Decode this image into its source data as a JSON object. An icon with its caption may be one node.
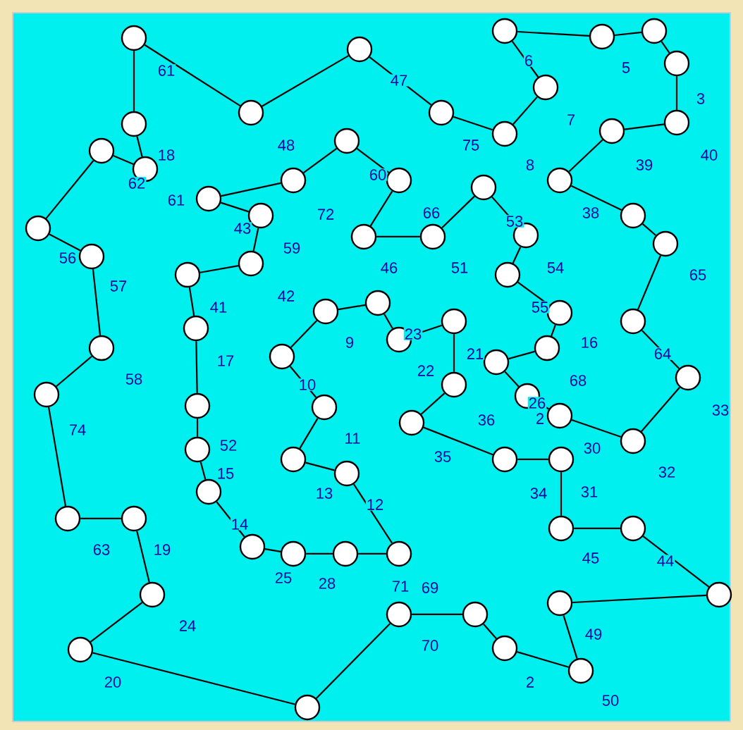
{
  "diagram": {
    "nodes": [
      {
        "text": [],
        "shape": "circle"
      },
      {
        "text": [],
        "shape": "circle"
      },
      {
        "text": [],
        "shape": "circle"
      },
      {
        "text": [],
        "shape": "circle"
      },
      {
        "text": [],
        "shape": "circle"
      },
      {
        "text": [],
        "shape": "circle"
      },
      {
        "text": [],
        "shape": "circle"
      },
      {
        "text": [],
        "shape": "circle"
      },
      {
        "text": [],
        "shape": "circle"
      },
      {
        "text": [],
        "shape": "circle"
      },
      {
        "text": [],
        "shape": "circle"
      },
      {
        "text": [],
        "shape": "circle"
      },
      {
        "text": [],
        "shape": "circle"
      },
      {
        "text": [],
        "shape": "circle"
      },
      {
        "text": [],
        "shape": "circle"
      },
      {
        "text": [],
        "shape": "circle"
      },
      {
        "text": [],
        "shape": "circle"
      },
      {
        "text": [],
        "shape": "circle"
      },
      {
        "text": [],
        "shape": "circle"
      },
      {
        "text": [],
        "shape": "circle"
      },
      {
        "text": [],
        "shape": "circle"
      },
      {
        "text": [],
        "shape": "circle"
      },
      {
        "text": [],
        "shape": "circle"
      },
      {
        "text": [],
        "shape": "circle"
      },
      {
        "text": [],
        "shape": "circle"
      },
      {
        "text": [],
        "shape": "circle"
      },
      {
        "text": [],
        "shape": "circle"
      },
      {
        "text": [],
        "shape": "circle"
      },
      {
        "text": [],
        "shape": "circle"
      },
      {
        "text": [],
        "shape": "circle"
      },
      {
        "text": [],
        "shape": "circle"
      },
      {
        "text": [],
        "shape": "circle"
      },
      {
        "text": [],
        "shape": "circle"
      },
      {
        "text": [],
        "shape": "circle"
      },
      {
        "text": [],
        "shape": "circle"
      },
      {
        "text": [],
        "shape": "circle"
      },
      {
        "text": [],
        "shape": "circle"
      },
      {
        "text": [],
        "shape": "circle"
      },
      {
        "text": [],
        "shape": "circle"
      },
      {
        "text": [],
        "shape": "circle"
      },
      {
        "text": [],
        "shape": "circle"
      },
      {
        "text": [],
        "shape": "circle"
      },
      {
        "text": [],
        "shape": "circle"
      },
      {
        "text": [],
        "shape": "circle"
      },
      {
        "text": [],
        "shape": "circle"
      },
      {
        "text": [],
        "shape": "circle"
      },
      {
        "text": [],
        "shape": "circle"
      },
      {
        "text": [],
        "shape": "circle"
      },
      {
        "text": [],
        "shape": "circle"
      },
      {
        "text": [],
        "shape": "circle"
      },
      {
        "text": [],
        "shape": "circle"
      },
      {
        "text": [],
        "shape": "circle"
      },
      {
        "text": [],
        "shape": "circle"
      },
      {
        "text": [],
        "shape": "circle"
      },
      {
        "text": [],
        "shape": "circle"
      },
      {
        "text": [],
        "shape": "circle"
      },
      {
        "text": [],
        "shape": "circle"
      },
      {
        "text": [],
        "shape": "circle"
      },
      {
        "text": [],
        "shape": "circle"
      },
      {
        "text": [],
        "shape": "circle"
      },
      {
        "text": [],
        "shape": "circle"
      },
      {
        "text": [],
        "shape": "circle"
      },
      {
        "text": [],
        "shape": "circle"
      },
      {
        "text": [],
        "shape": "circle"
      },
      {
        "text": [],
        "shape": "circle"
      },
      {
        "text": [],
        "shape": "circle"
      },
      {
        "text": [],
        "shape": "circle"
      },
      {
        "text": [],
        "shape": "circle"
      },
      {
        "text": [],
        "shape": "circle"
      },
      {
        "text": [],
        "shape": "circle"
      },
      {
        "text": [],
        "shape": "circle"
      },
      {
        "text": [],
        "shape": "circle"
      },
      {
        "text": [],
        "shape": "circle"
      },
      {
        "text": [],
        "shape": "circle"
      },
      {
        "text": [],
        "shape": "circle"
      }
    ],
    "edges": [
      {
        "from": 0,
        "to": 1,
        "arrow": "none"
      },
      {
        "from": 1,
        "to": 2,
        "arrow": "none"
      },
      {
        "from": 2,
        "to": 3,
        "arrow": "none"
      },
      {
        "from": 3,
        "to": 4,
        "arrow": "none"
      },
      {
        "from": 4,
        "to": 5,
        "arrow": "none"
      },
      {
        "from": 5,
        "to": 6,
        "arrow": "none"
      },
      {
        "from": 6,
        "to": 7,
        "arrow": "none"
      },
      {
        "from": 7,
        "to": 8,
        "arrow": "none"
      },
      {
        "from": 8,
        "to": 9,
        "arrow": "none"
      },
      {
        "from": 9,
        "to": 10,
        "arrow": "none"
      },
      {
        "from": 10,
        "to": 11,
        "arrow": "none"
      },
      {
        "from": 11,
        "to": 12,
        "arrow": "none"
      },
      {
        "from": 12,
        "to": 13,
        "arrow": "none"
      },
      {
        "from": 13,
        "to": 14,
        "arrow": "none"
      },
      {
        "from": 14,
        "to": 15,
        "arrow": "none"
      },
      {
        "from": 15,
        "to": 16,
        "arrow": "none"
      },
      {
        "from": 16,
        "to": 17,
        "arrow": "none"
      },
      {
        "from": 17,
        "to": 18,
        "arrow": "none"
      },
      {
        "from": 18,
        "to": 19,
        "arrow": "none"
      },
      {
        "from": 19,
        "to": 20,
        "arrow": "none"
      },
      {
        "from": 20,
        "to": 21,
        "arrow": "none"
      },
      {
        "from": 21,
        "to": 22,
        "arrow": "none"
      },
      {
        "from": 22,
        "to": 23,
        "arrow": "none"
      },
      {
        "from": 23,
        "to": 24,
        "arrow": "none"
      },
      {
        "from": 24,
        "to": 25,
        "arrow": "none"
      },
      {
        "from": 25,
        "to": 26,
        "arrow": "none"
      },
      {
        "from": 26,
        "to": 27,
        "arrow": "none"
      },
      {
        "from": 27,
        "to": 28,
        "arrow": "none"
      },
      {
        "from": 28,
        "to": 29,
        "arrow": "none"
      },
      {
        "from": 29,
        "to": 30,
        "arrow": "none"
      },
      {
        "from": 30,
        "to": 31,
        "arrow": "none"
      },
      {
        "from": 31,
        "to": 32,
        "arrow": "none"
      },
      {
        "from": 32,
        "to": 33,
        "arrow": "none"
      },
      {
        "from": 33,
        "to": 34,
        "arrow": "none"
      },
      {
        "from": 34,
        "to": 35,
        "arrow": "none"
      },
      {
        "from": 35,
        "to": 36,
        "arrow": "none"
      },
      {
        "from": 36,
        "to": 37,
        "arrow": "none"
      },
      {
        "from": 37,
        "to": 38,
        "arrow": "none"
      },
      {
        "from": 38,
        "to": 39,
        "arrow": "none"
      },
      {
        "from": 39,
        "to": 40,
        "arrow": "none"
      },
      {
        "from": 40,
        "to": 41,
        "arrow": "none"
      },
      {
        "from": 41,
        "to": 42,
        "arrow": "none"
      },
      {
        "from": 42,
        "to": 43,
        "arrow": "none"
      },
      {
        "from": 43,
        "to": 44,
        "arrow": "none"
      },
      {
        "from": 44,
        "to": 45,
        "arrow": "none"
      },
      {
        "from": 45,
        "to": 46,
        "arrow": "none"
      },
      {
        "from": 46,
        "to": 47,
        "arrow": "none"
      },
      {
        "from": 47,
        "to": 48,
        "arrow": "none"
      },
      {
        "from": 48,
        "to": 49,
        "arrow": "none"
      },
      {
        "from": 49,
        "to": 50,
        "arrow": "none"
      },
      {
        "from": 50,
        "to": 51,
        "arrow": "none"
      },
      {
        "from": 51,
        "to": 52,
        "arrow": "none"
      },
      {
        "from": 52,
        "to": 53,
        "arrow": "none"
      },
      {
        "from": 53,
        "to": 54,
        "arrow": "none"
      },
      {
        "from": 54,
        "to": 55,
        "arrow": "none"
      },
      {
        "from": 55,
        "to": 56,
        "arrow": "none"
      },
      {
        "from": 56,
        "to": 57,
        "arrow": "none"
      },
      {
        "from": 57,
        "to": 58,
        "arrow": "none"
      },
      {
        "from": 58,
        "to": 59,
        "arrow": "none"
      },
      {
        "from": 59,
        "to": 60,
        "arrow": "none"
      },
      {
        "from": 60,
        "to": 61,
        "arrow": "none"
      },
      {
        "from": 61,
        "to": 62,
        "arrow": "none"
      },
      {
        "from": 62,
        "to": 63,
        "arrow": "none"
      },
      {
        "from": 63,
        "to": 64,
        "arrow": "none"
      },
      {
        "from": 64,
        "to": 65,
        "arrow": "none"
      },
      {
        "from": 65,
        "to": 66,
        "arrow": "none"
      },
      {
        "from": 66,
        "to": 67,
        "arrow": "none"
      },
      {
        "from": 67,
        "to": 68,
        "arrow": "none"
      },
      {
        "from": 68,
        "to": 69,
        "arrow": "none"
      },
      {
        "from": 69,
        "to": 70,
        "arrow": "none"
      },
      {
        "from": 70,
        "to": 71,
        "arrow": "none"
      },
      {
        "from": 71,
        "to": 72,
        "arrow": "none"
      },
      {
        "from": 72,
        "to": 73,
        "arrow": "none"
      },
      {
        "from": 73,
        "to": 74,
        "arrow": "none"
      },
      {
        "from": 74,
        "to": 0,
        "arrow": "none"
      }
    ],
    "labels": [
      "61",
      "6",
      "5",
      "47",
      "3",
      "7",
      "75",
      "48",
      "8",
      "39",
      "40",
      "18",
      "60",
      "62",
      "61",
      "66",
      "38",
      "72",
      "53",
      "43",
      "59",
      "54",
      "46",
      "51",
      "65",
      "56",
      "57",
      "42",
      "41",
      "55",
      "9",
      "23",
      "17",
      "16",
      "64",
      "21",
      "22",
      "58",
      "68",
      "10",
      "26",
      "33",
      "2",
      "36",
      "74",
      "11",
      "52",
      "30",
      "35",
      "15",
      "32",
      "13",
      "12",
      "34",
      "31",
      "14",
      "63",
      "19",
      "45",
      "44",
      "25",
      "28",
      "71",
      "69",
      "24",
      "49",
      "70",
      "2",
      "20",
      "50"
    ]
  }
}
